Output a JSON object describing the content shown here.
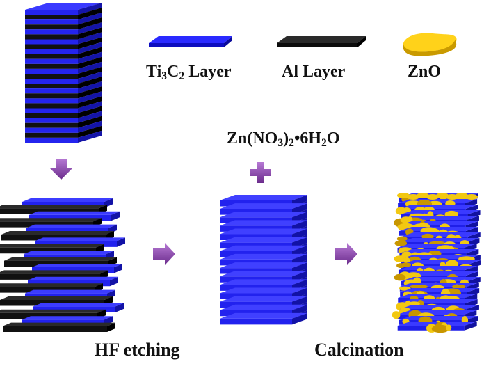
{
  "legend": {
    "ti3c2": {
      "base": "Ti",
      "sub": "3",
      "mid": "C",
      "sub2": "2",
      "rest": " Layer",
      "color": "#1f1ff0"
    },
    "al": {
      "label": "Al Layer",
      "color": "#1b1b1b"
    },
    "zno": {
      "label": "ZnO",
      "color": "#f2c811"
    }
  },
  "reagent": {
    "p1": "Zn(NO",
    "s1": "3",
    "p2": ")",
    "s2": "2",
    "p3": "•6H",
    "s3": "2",
    "p4": "O"
  },
  "steps": {
    "etching": "HF etching",
    "calcination": "Calcination"
  },
  "arrow_color": "#8e3fb0",
  "stages": {
    "max_phase_layers": 27,
    "etched_layers": 20,
    "intercalated_layers": 15
  }
}
